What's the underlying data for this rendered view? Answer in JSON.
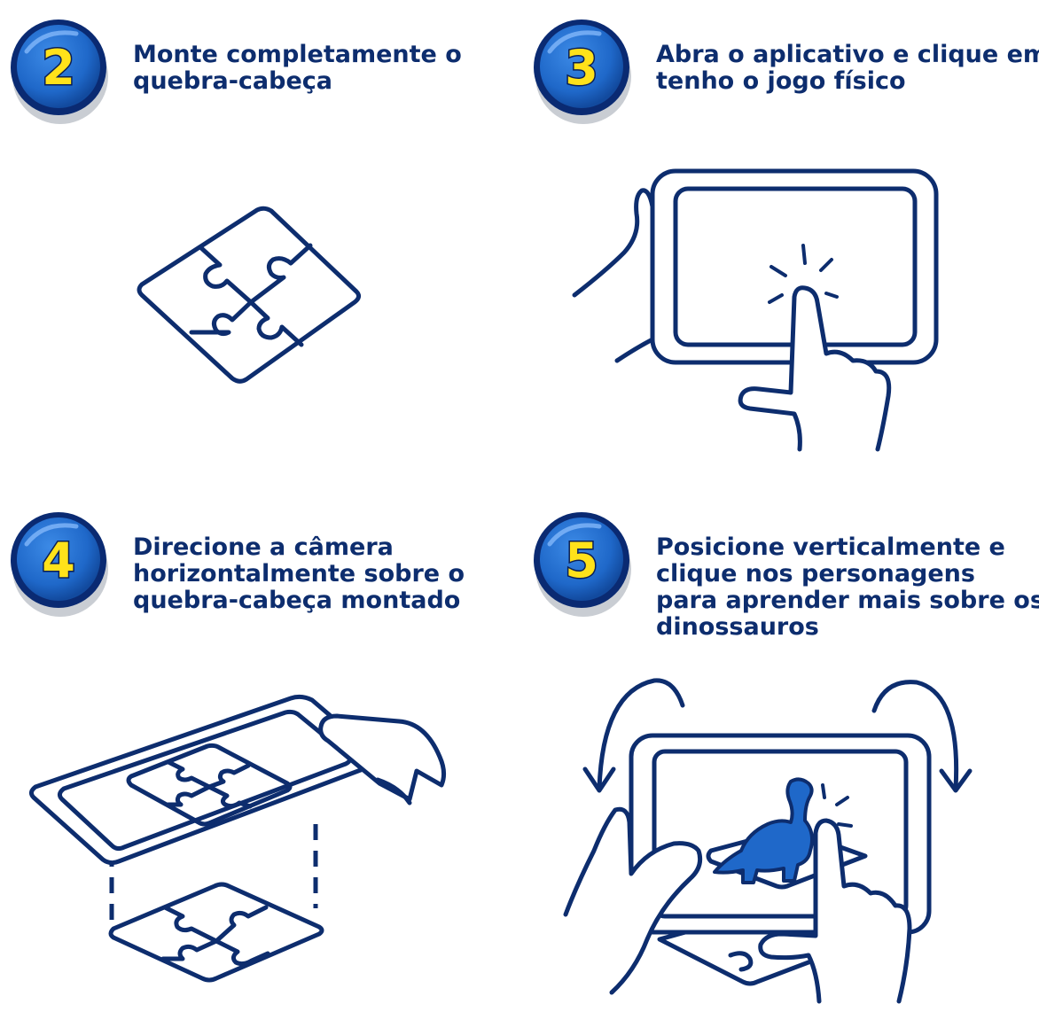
{
  "steps": [
    {
      "number": "2",
      "title_lines": [
        "Monte completamente o",
        "quebra-cabeça"
      ]
    },
    {
      "number": "3",
      "title_lines": [
        "Abra o aplicativo e clique em",
        "tenho o jogo físico"
      ]
    },
    {
      "number": "4",
      "title_lines": [
        "Direcione a câmera",
        "horizontalmente sobre o",
        "quebra-cabeça montado"
      ]
    },
    {
      "number": "5",
      "title_lines": [
        "Posicione verticalmente e",
        "clique nos personagens",
        "para aprender mais sobre os",
        "dinossauros"
      ]
    }
  ],
  "colors": {
    "ink": "#0d2d6e",
    "badge_blue": "#1f68c9",
    "badge_rim": "#0a2a72",
    "badge_number": "#ffe21a",
    "badge_shadow": "#c9cdd3"
  },
  "icons": [
    "puzzle-icon",
    "tablet-tap-icon",
    "tablet-scan-icon",
    "tablet-rotate-dino-icon"
  ]
}
